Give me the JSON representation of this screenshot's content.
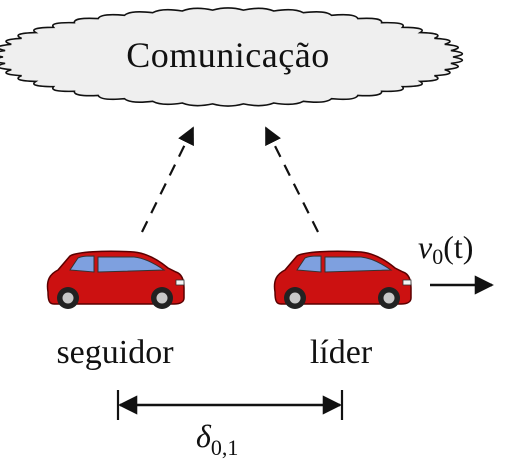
{
  "cloud": {
    "label": "Comunicação",
    "fill": "#efefef",
    "stroke": "#111111"
  },
  "cars": {
    "body_color": "#cc1111",
    "window_color": "#7ea0df",
    "follower": {
      "label": "seguidor"
    },
    "leader": {
      "label": "líder"
    }
  },
  "velocity": {
    "symbol": "v",
    "subscript": "0",
    "arg": "(t)"
  },
  "distance": {
    "symbol": "δ",
    "subscript": "0,1"
  }
}
